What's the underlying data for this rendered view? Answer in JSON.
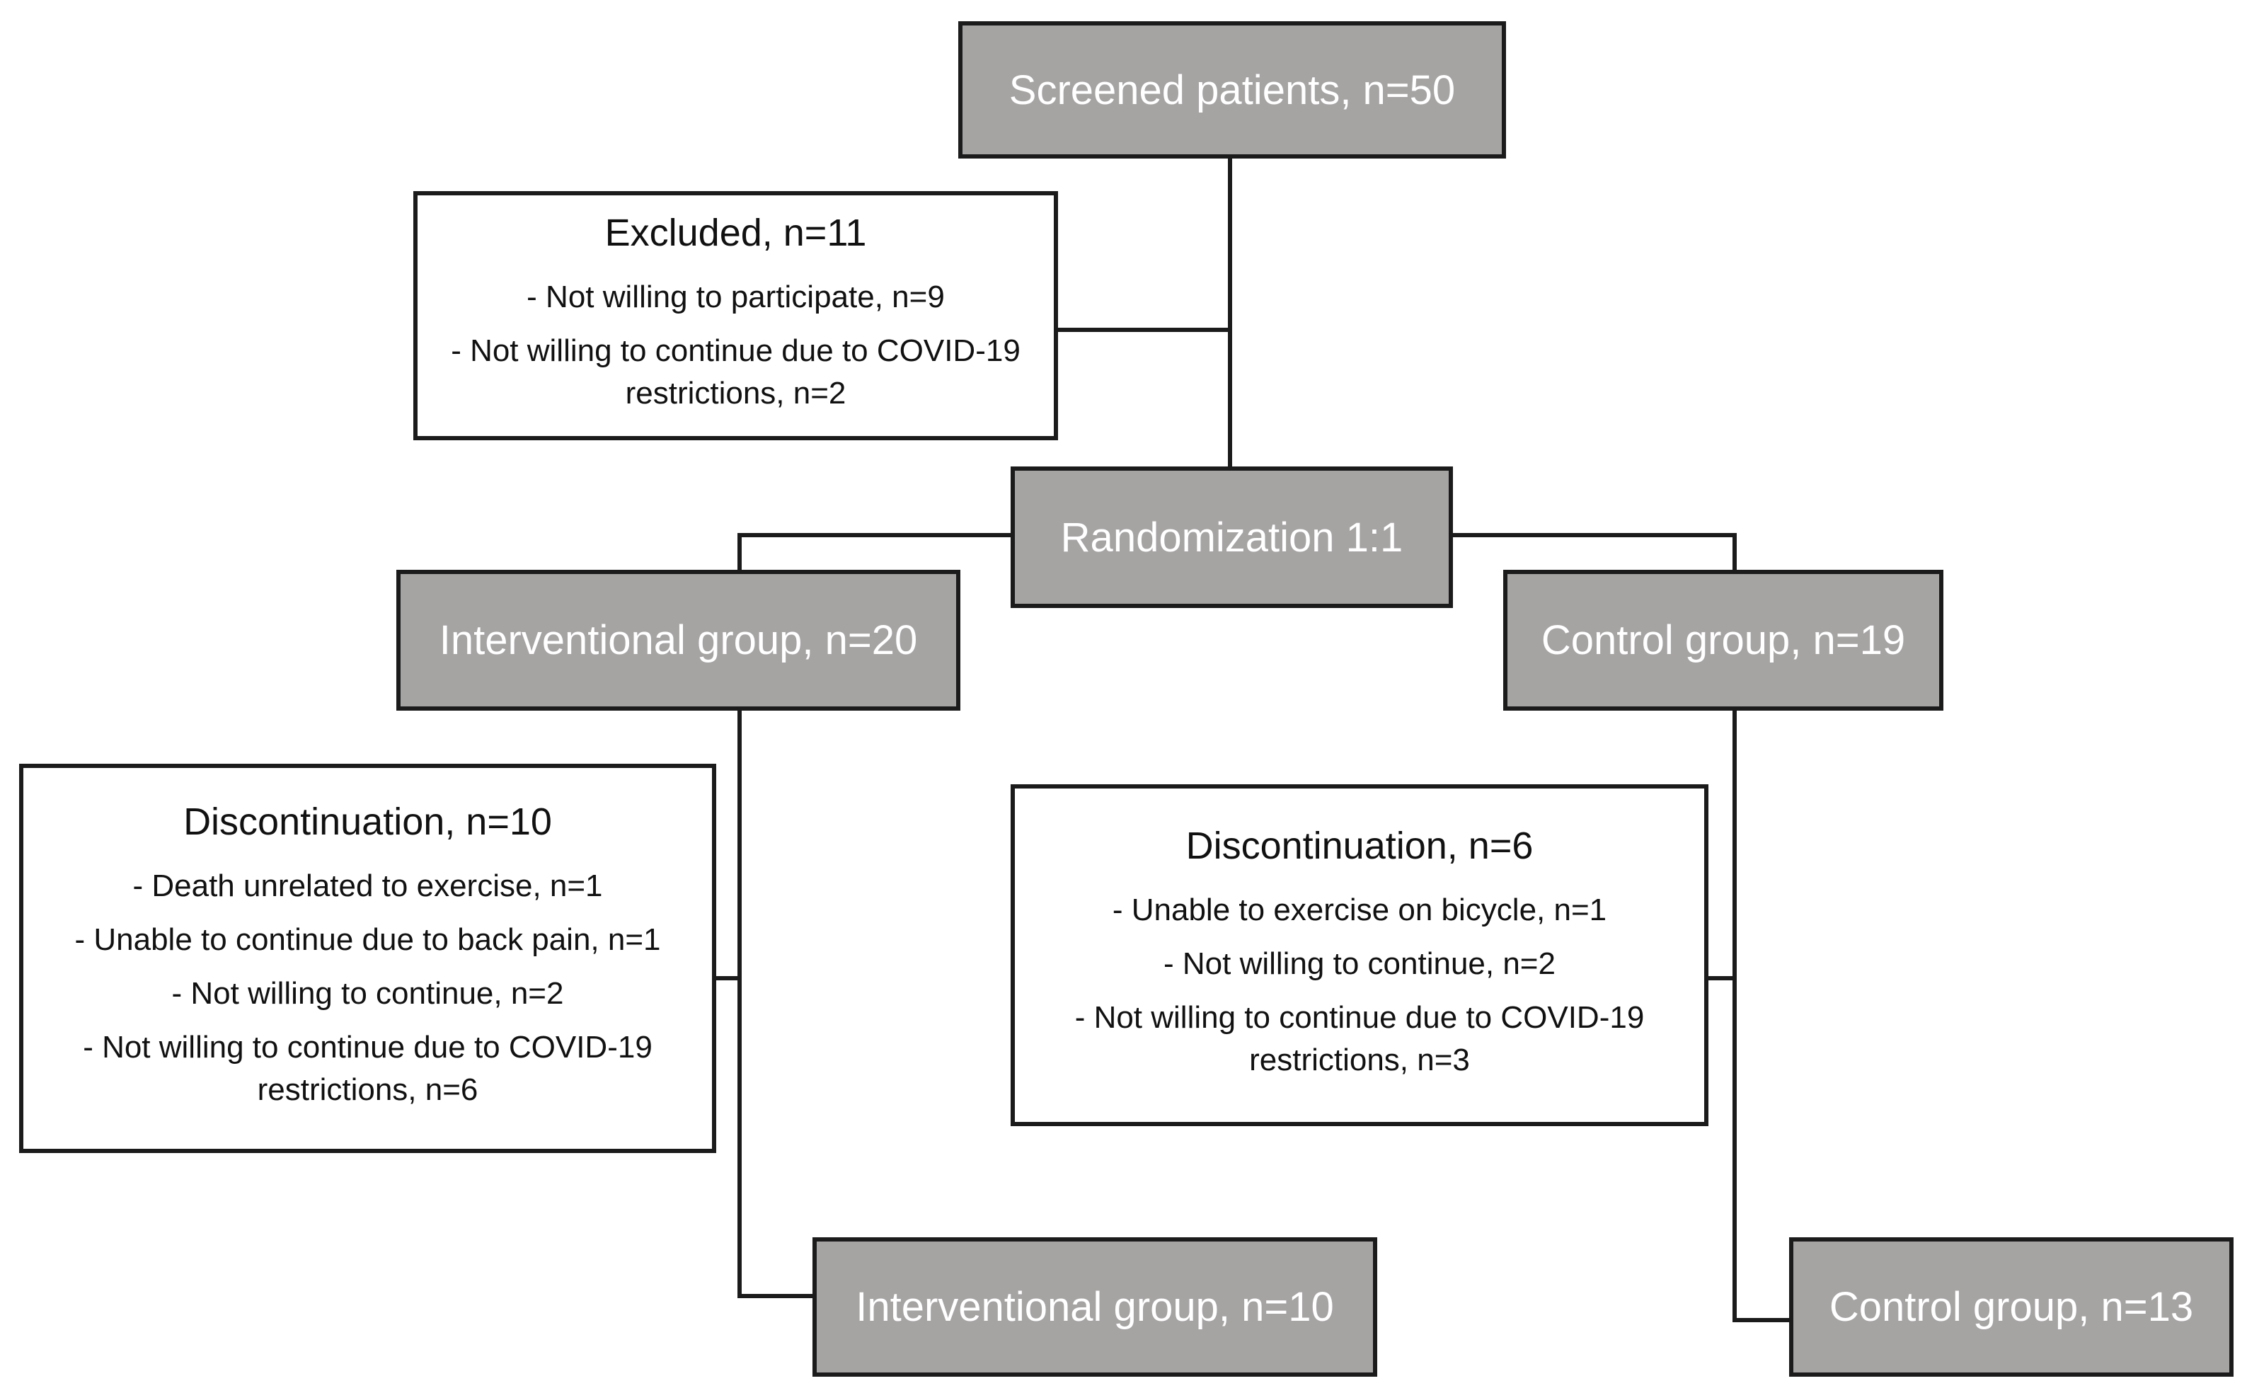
{
  "flowchart": {
    "screened": "Screened patients, n=50",
    "excluded": {
      "title": "Excluded, n=11",
      "items": [
        "- Not willing to participate, n=9",
        "- Not willing to continue due to COVID-19 restrictions, n=2"
      ]
    },
    "randomization": "Randomization 1:1",
    "intervention_group": "Interventional group, n=20",
    "control_group": "Control group, n=19",
    "intervention_discontinuation": {
      "title": "Discontinuation, n=10",
      "items": [
        "- Death unrelated to exercise, n=1",
        "- Unable to continue due to back pain, n=1",
        "- Not willing to continue, n=2",
        "- Not willing to continue due to COVID-19 restrictions, n=6"
      ]
    },
    "control_discontinuation": {
      "title": "Discontinuation, n=6",
      "items": [
        "- Unable to exercise on bicycle, n=1",
        "- Not willing to continue, n=2",
        "- Not willing to continue due to COVID-19 restrictions, n=3"
      ]
    },
    "intervention_final": "Interventional group, n=10",
    "control_final": "Control group, n=13"
  }
}
